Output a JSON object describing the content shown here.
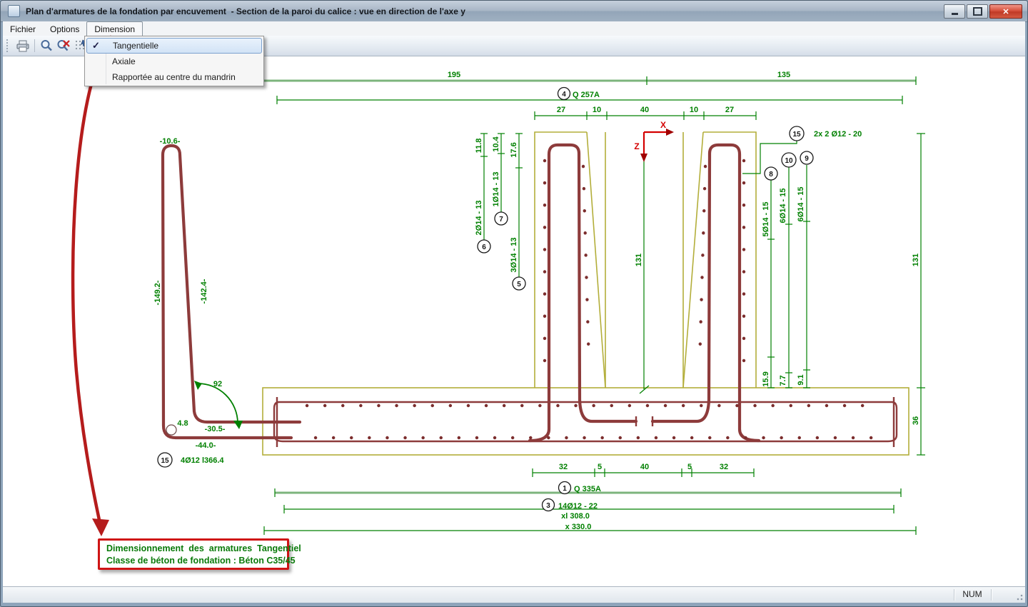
{
  "window": {
    "title": "Plan d'armatures de la fondation par encuvement  - Section de la paroi du calice : vue en direction de l'axe y",
    "close_glyph": "✕"
  },
  "menubar": {
    "items": [
      "Fichier",
      "Options",
      "Dimension"
    ]
  },
  "toolbar": {
    "icons": [
      {
        "name": "print-icon"
      },
      {
        "name": "zoom-icon"
      },
      {
        "name": "zoom-cancel-icon"
      },
      {
        "name": "pan-grid-icon"
      }
    ]
  },
  "dropdown": {
    "checkmark": "✓",
    "items": [
      "Tangentielle",
      "Axiale",
      "Rapportée au centre du mandrin"
    ]
  },
  "infobox": {
    "line1": "Dimensionnement  des  armatures  Tangentiel",
    "line2": "Classe de béton de fondation : Béton C35/45"
  },
  "statusbar": {
    "num": "NUM"
  },
  "colors": {
    "dim_green": "#008000",
    "thick_green": "#7cb47c",
    "outline_olive": "#b3ae3a",
    "rebar_red": "#8d3b3b",
    "rebar_dot": "#7c2d2d",
    "axis_red": "#d40000",
    "arrow_red": "#b51c1c",
    "box_border_red": "#cf1414",
    "info_green": "#0a7a0a"
  },
  "drawing": {
    "axes": {
      "x": "X",
      "z": "Z"
    },
    "top": {
      "d195": "195",
      "d135": "135",
      "c4": "4",
      "q257": "Q 257A",
      "w27a": "27",
      "w10a": "10",
      "w40": "40",
      "w10b": "10",
      "w27b": "27"
    },
    "right_callouts": {
      "c15": "15",
      "bar15": "2x 2 Ø12 - 20",
      "c8": "8",
      "c10": "10",
      "c9": "9",
      "r5": "5Ø14 - 15",
      "r6a": "6Ø14 - 15",
      "r6b": "6Ø14 - 15",
      "v159": "15.9",
      "v77": "7.7",
      "v91": "9.1"
    },
    "left_callouts": {
      "v118": "11.8",
      "v104": "10.4",
      "v176": "17.6",
      "b1": "1Ø14 - 13",
      "b2": "2Ø14 - 13",
      "b3": "3Ø14 - 13",
      "c7": "7",
      "c6": "6",
      "c5": "5"
    },
    "center": {
      "h131": "131"
    },
    "far_right": {
      "h131": "131",
      "h36": "36"
    },
    "lbar": {
      "top": "-10.6-",
      "left": "-149.2-",
      "right": "-142.4-",
      "angle": "92",
      "radius": "4.8",
      "inner": "-30.5-",
      "outer": "-44.0-",
      "c15": "15",
      "label": "4Ø12 l366.4"
    },
    "bottom": {
      "d32a": "32",
      "d5a": "5",
      "d40": "40",
      "d5b": "5",
      "d32b": "32",
      "c1": "1",
      "q335": "Q 335A",
      "c3": "3",
      "bar": "14Ø12 - 22",
      "xl": "xl 308.0",
      "x": "x 330.0"
    }
  }
}
